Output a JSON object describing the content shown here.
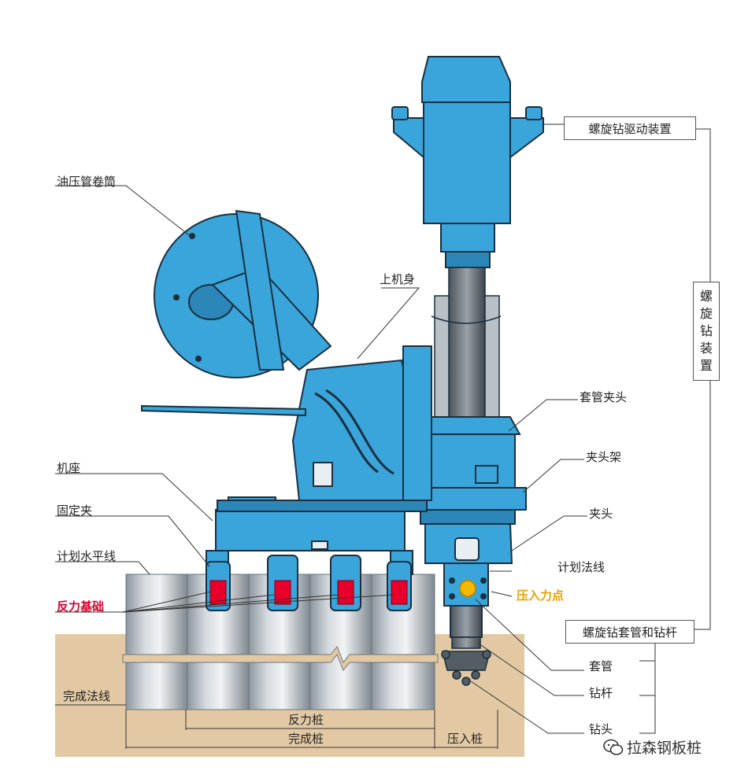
{
  "labels": {
    "spiral_drive": "螺旋钻驱动装置",
    "spiral_device": "螺旋钻装置",
    "hose_reel": "油压管卷筒",
    "upper_body": "上机身",
    "casing_chuck": "套管夹头",
    "chuck_frame": "夹头架",
    "chuck": "夹头",
    "base": "机座",
    "fixed_clamp": "固定夹",
    "plan_level_line": "计划水平线",
    "plan_normal_line": "计划法线",
    "reaction_foundation": "反力基础",
    "press_point": "压入力点",
    "casing_rod": "螺旋钻套管和钻杆",
    "casing": "套管",
    "drill_rod": "钻杆",
    "drill_bit": "钻头",
    "finish_line": "完成法线",
    "reaction_pile": "反力桩",
    "finished_pile": "完成桩",
    "pressed_pile": "压入桩"
  },
  "watermark": "拉森钢板桩",
  "colors": {
    "machine_blue": "#3aa5da",
    "machine_dark": "#1a2f3f",
    "soil": "#e3c9a3",
    "pile_grey": "#b4bcc4",
    "clamp_red": "#e8002a",
    "press_point_orange": "#f6b800"
  }
}
